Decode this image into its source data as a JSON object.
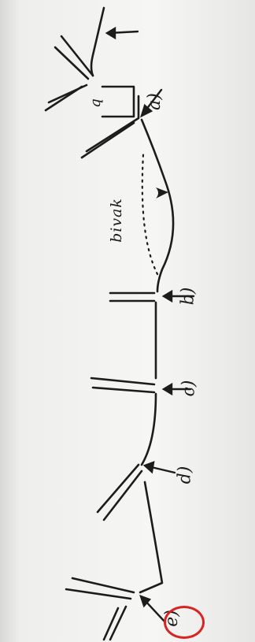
{
  "labels": {
    "a": "a)",
    "b": "b)",
    "c": "c)",
    "d": "d)",
    "e": "e)",
    "q": "q",
    "bivak": "bivak"
  },
  "colors": {
    "paper": "#f4f4f2",
    "ink": "#1c1c1c",
    "highlight": "#d92323"
  }
}
